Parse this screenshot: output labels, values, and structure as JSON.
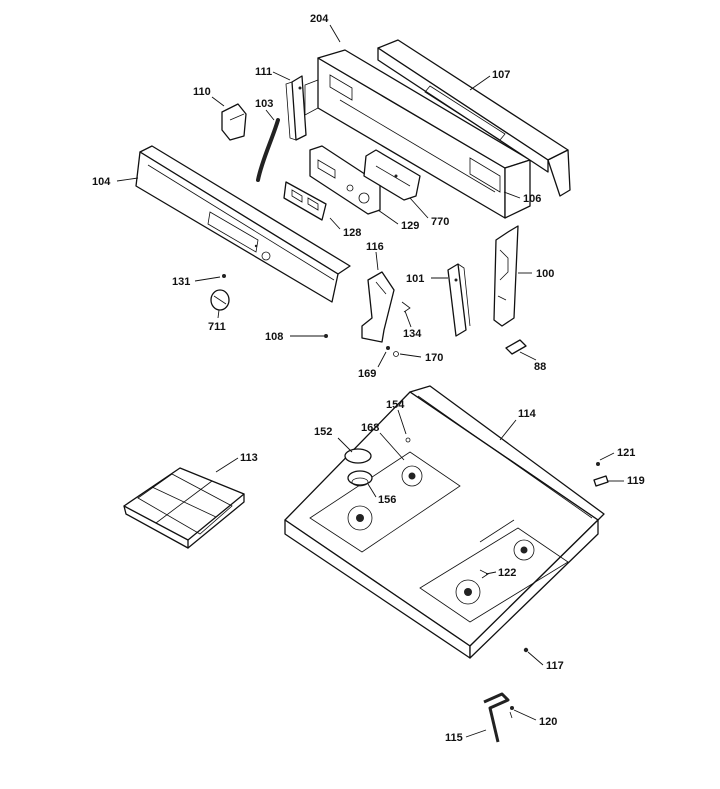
{
  "diagram": {
    "parts": [
      {
        "key": "p204",
        "label": "204"
      },
      {
        "key": "p107",
        "label": "107"
      },
      {
        "key": "p111",
        "label": "111"
      },
      {
        "key": "p110",
        "label": "110"
      },
      {
        "key": "p103",
        "label": "103"
      },
      {
        "key": "p104",
        "label": "104"
      },
      {
        "key": "p106",
        "label": "106"
      },
      {
        "key": "p128",
        "label": "128"
      },
      {
        "key": "p129",
        "label": "129"
      },
      {
        "key": "p770",
        "label": "770"
      },
      {
        "key": "p116",
        "label": "116"
      },
      {
        "key": "p131",
        "label": "131"
      },
      {
        "key": "p101",
        "label": "101"
      },
      {
        "key": "p100",
        "label": "100"
      },
      {
        "key": "p711",
        "label": "711"
      },
      {
        "key": "p134",
        "label": "134"
      },
      {
        "key": "p108",
        "label": "108"
      },
      {
        "key": "p170",
        "label": "170"
      },
      {
        "key": "p169",
        "label": "169"
      },
      {
        "key": "p88",
        "label": "88"
      },
      {
        "key": "p154",
        "label": "154"
      },
      {
        "key": "p114",
        "label": "114"
      },
      {
        "key": "p152",
        "label": "152"
      },
      {
        "key": "p168",
        "label": "168"
      },
      {
        "key": "p113",
        "label": "113"
      },
      {
        "key": "p121",
        "label": "121"
      },
      {
        "key": "p156",
        "label": "156"
      },
      {
        "key": "p119",
        "label": "119"
      },
      {
        "key": "p122",
        "label": "122"
      },
      {
        "key": "p117",
        "label": "117"
      },
      {
        "key": "p120",
        "label": "120"
      },
      {
        "key": "p115",
        "label": "115"
      }
    ]
  }
}
